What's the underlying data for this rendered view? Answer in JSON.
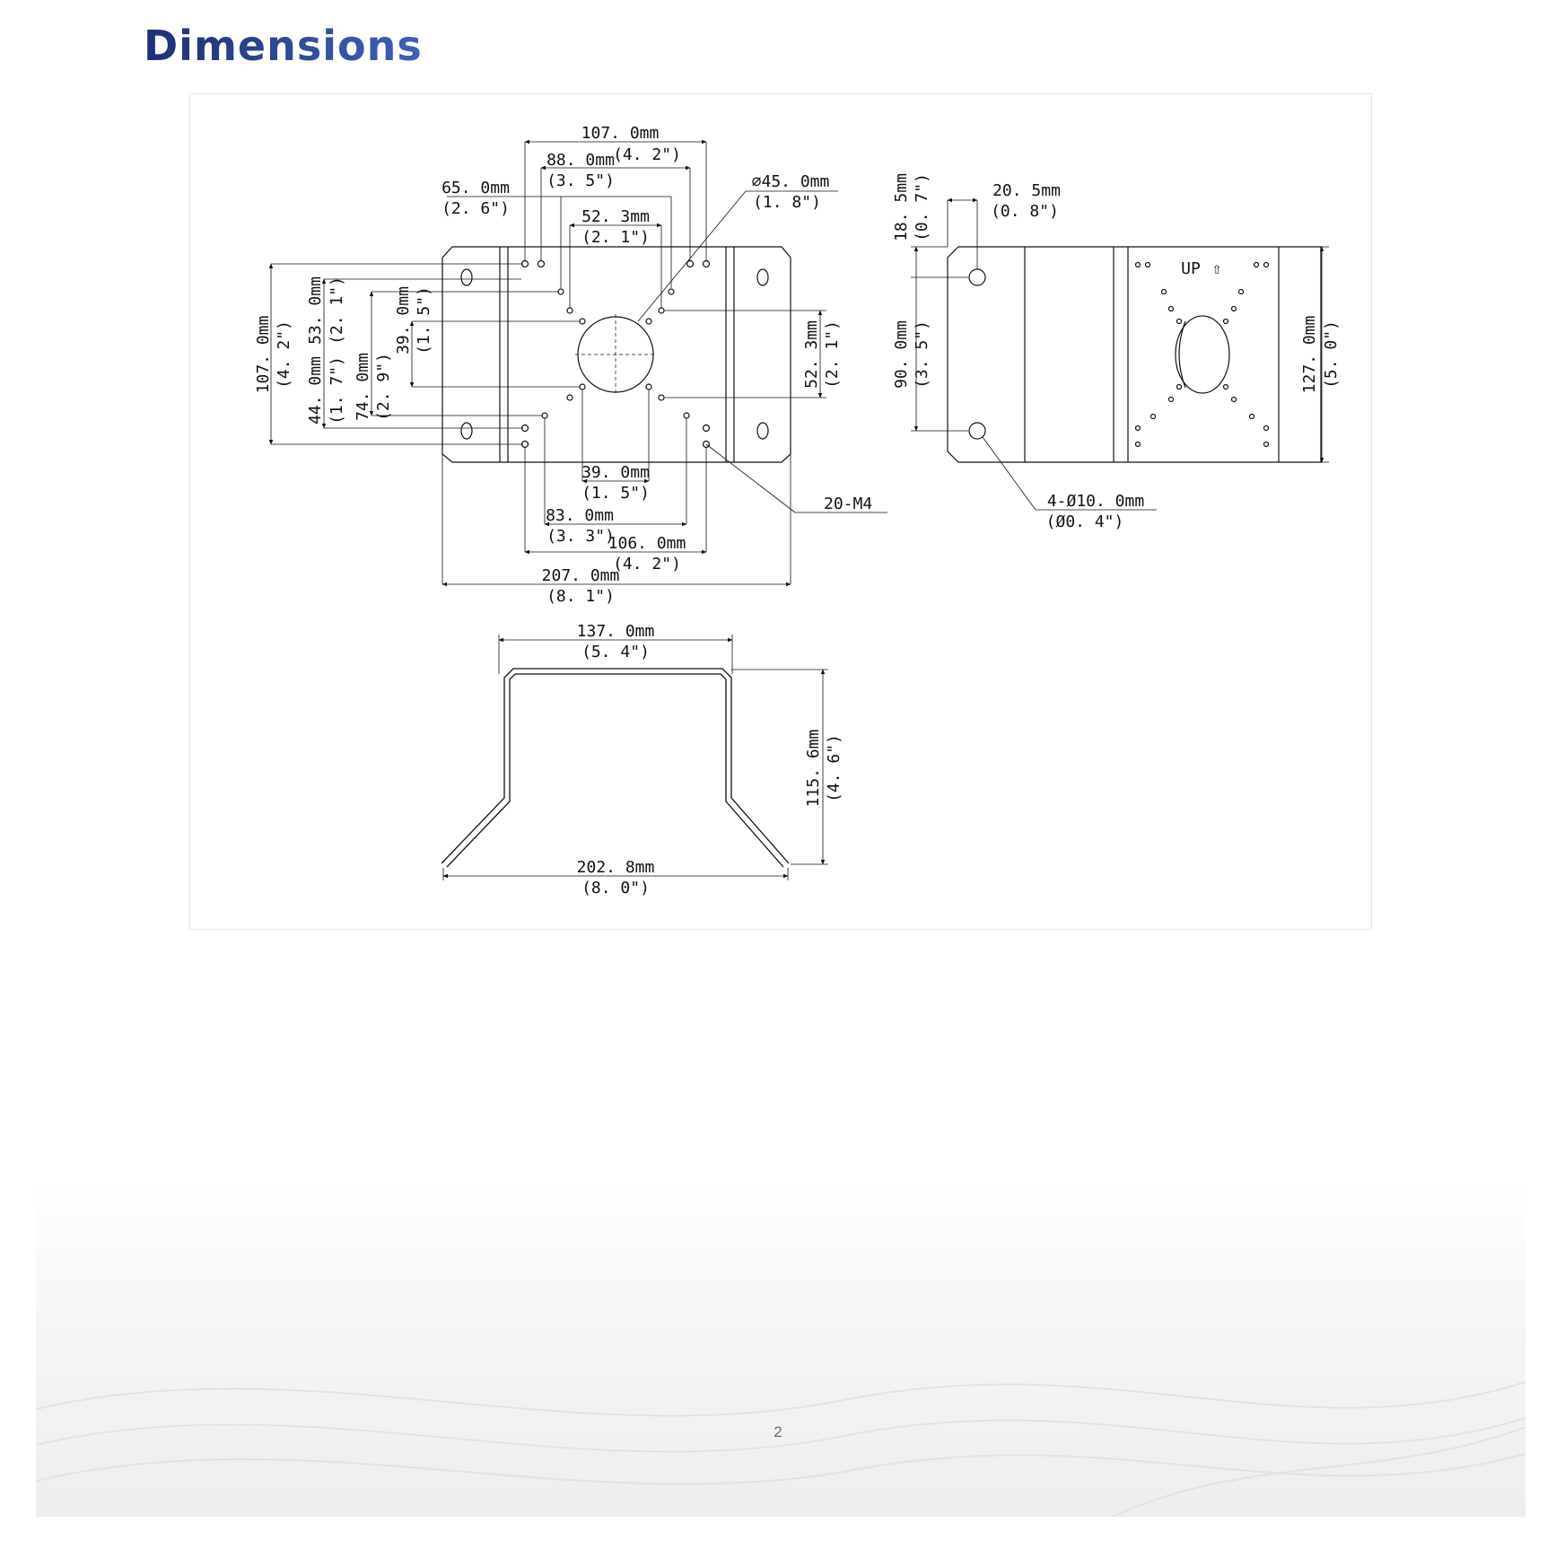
{
  "page": {
    "title": "Dimensions",
    "page_number": "2"
  },
  "drawing": {
    "top_view": {
      "w107": "107. 0mm",
      "w107_in": "(4. 2\")",
      "w88": "88. 0mm",
      "w88_in": "(3. 5\")",
      "w65": "65. 0mm",
      "w65_in": "(2. 6\")",
      "w52": "52. 3mm",
      "w52_in": "(2. 1\")",
      "hole": "45. 0mm",
      "hole_in": "(1. 8\")",
      "h107": "107. 0mm",
      "h107_in": "(4. 2\")",
      "h53": "53. 0mm",
      "h53_in": "(2. 1\")",
      "h39": "39. 0mm",
      "h39_in": "(1. 5\")",
      "h44": "44. 0mm",
      "h44_in": "(1. 7\")",
      "h74": "74. 0mm",
      "h74_in": "(2. 9\")",
      "h52r": "52. 3mm",
      "h52r_in": "(2. 1\")",
      "b39": "39. 0mm",
      "b39_in": "(1. 5\")",
      "b83": "83. 0mm",
      "b83_in": "(3. 3\")",
      "b106": "106. 0mm",
      "b106_in": "(4. 2\")",
      "b207": "207. 0mm",
      "b207_in": "(8. 1\")",
      "screws": "20-M4"
    },
    "side_view": {
      "d18": "18. 5mm",
      "d18_in": "(0. 7\")",
      "d20": "20. 5mm",
      "d20_in": "(0. 8\")",
      "d90": "90. 0mm",
      "d90_in": "(3. 5\")",
      "d127": "127. 0mm",
      "d127_in": "(5. 0\")",
      "up_label": "UP",
      "holes": "4-Ø10. 0mm",
      "holes_in": "(Ø0. 4\")"
    },
    "bent_view": {
      "w137": "137. 0mm",
      "w137_in": "(5. 4\")",
      "h115": "115. 6mm",
      "h115_in": "(4. 6\")",
      "w202": "202. 8mm",
      "w202_in": "(8. 0\")"
    }
  }
}
